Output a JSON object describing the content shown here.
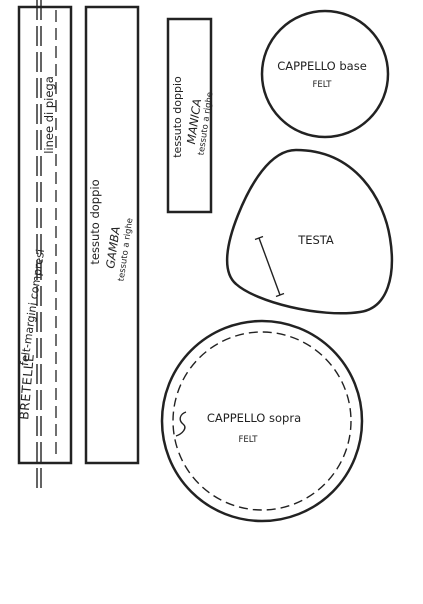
{
  "colors": {
    "outline": "#222222",
    "background": "#ffffff"
  },
  "pieces": {
    "bretelle": {
      "fold_label": "linee di piega",
      "name": "BRETELLE",
      "note": "felt-margini compresi"
    },
    "gamba": {
      "material": "tessuto doppio",
      "name": "GAMBA",
      "note": "tessuto a righe"
    },
    "manica": {
      "material": "tessuto doppio",
      "name": "MANICA",
      "note": "tessuto a righe"
    },
    "cappello_base": {
      "name": "CAPPELLO base",
      "material": "FELT"
    },
    "testa": {
      "name": "TESTA"
    },
    "cappello_sopra": {
      "name": "CAPPELLO sopra",
      "material": "FELT"
    }
  }
}
